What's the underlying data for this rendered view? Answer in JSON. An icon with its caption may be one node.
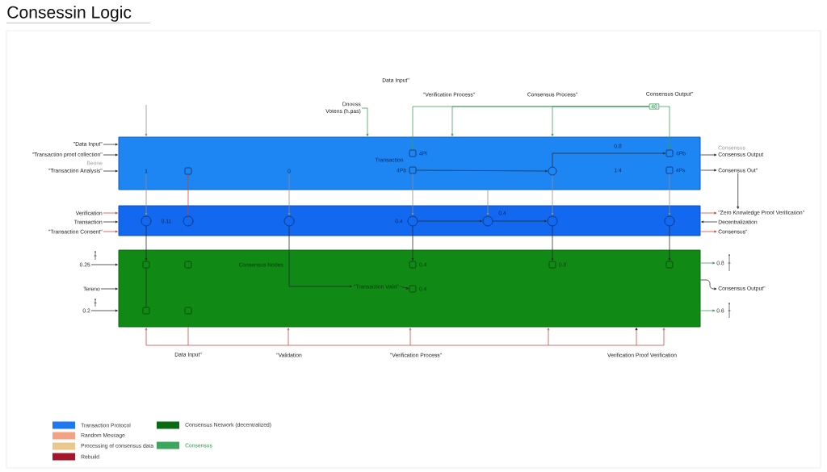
{
  "diagram": {
    "title": "Consessin Logic",
    "nodes": [
      {
        "text": [],
        "shape": "box"
      },
      {
        "text": [],
        "shape": "box"
      },
      {
        "text": [],
        "shape": "box"
      },
      {
        "text": [
          "1"
        ],
        "in": 0
      },
      {
        "text": [],
        "shape": "box",
        "in": 0
      },
      {
        "text": [
          "0"
        ],
        "in": 0
      },
      {
        "text": [
          "Transaction"
        ],
        "in": 0
      },
      {
        "text": [],
        "shape": "box",
        "in": 0,
        "beside": [
          "4Pl"
        ]
      },
      {
        "text": [],
        "shape": "box",
        "in": 0,
        "beside": [
          "4Pb"
        ]
      },
      {
        "text": [],
        "shape": "circle",
        "in": 0
      },
      {
        "text": [],
        "shape": "box",
        "in": 0,
        "beside": [
          "4Pb"
        ]
      },
      {
        "text": [],
        "shape": "box",
        "in": 0,
        "beside": [
          "4Ps"
        ]
      },
      {
        "text": [],
        "shape": "circle",
        "in": 1
      },
      {
        "text": [],
        "shape": "circle",
        "in": 1
      },
      {
        "text": [],
        "shape": "circle",
        "in": 1
      },
      {
        "text": [],
        "shape": "circle",
        "in": 1
      },
      {
        "text": [],
        "shape": "circle",
        "in": 1
      },
      {
        "text": [],
        "shape": "circle",
        "in": 1
      },
      {
        "text": [],
        "shape": "circle",
        "in": 1
      },
      {
        "text": [],
        "shape": "box",
        "in": 2
      },
      {
        "text": [],
        "shape": "box",
        "in": 2
      },
      {
        "text": [
          "Consensus Nodes"
        ],
        "in": 2
      },
      {
        "text": [],
        "shape": "box",
        "in": 2,
        "beside": [
          "0.4"
        ]
      },
      {
        "text": [],
        "shape": "box",
        "in": 2,
        "beside": [
          "0.8"
        ]
      },
      {
        "text": [],
        "shape": "box",
        "in": 2
      },
      {
        "text": [
          "\"Transaction Valid\""
        ],
        "in": 2
      },
      {
        "text": [],
        "shape": "box",
        "in": 2,
        "beside": [
          "0.4"
        ]
      },
      {
        "text": [],
        "shape": "box",
        "in": 2
      },
      {
        "text": [],
        "shape": "box",
        "in": 2
      },
      {
        "text": [
          "\"Data Input\""
        ]
      },
      {
        "text": [
          "\"Transaction proof collection\""
        ]
      },
      {
        "text": [
          "\"Transaction Analysis\""
        ]
      },
      {
        "text": [
          "Verification"
        ]
      },
      {
        "text": [
          "Transaction"
        ]
      },
      {
        "text": [
          "\"Transaction Consent\""
        ]
      },
      {
        "text": [
          "0.25"
        ]
      },
      {
        "text": [
          "Tereno"
        ]
      },
      {
        "text": [
          "0.2"
        ]
      },
      {
        "text": [
          "Consensus Output"
        ]
      },
      {
        "text": [
          "Consensus Out\""
        ]
      },
      {
        "text": [
          "\"Zero Knowledge Proof Verification\""
        ]
      },
      {
        "text": [
          "Decentralization"
        ]
      },
      {
        "text": [
          "Consensus\""
        ]
      },
      {
        "text": [
          "0.8"
        ]
      },
      {
        "text": [
          "Consensus Output\""
        ]
      },
      {
        "text": [
          "0.6"
        ]
      },
      {
        "text": [
          "Dnoess",
          "Votens (h.pas)"
        ]
      },
      {
        "text": [
          "48"
        ]
      }
    ],
    "edges": [
      {
        "from": null,
        "to": 0,
        "arrow": "to",
        "color": "#8c8c8c"
      },
      {
        "from": 46,
        "to": 0,
        "arrow": "to",
        "color": "#3d9a5c"
      },
      {
        "from": 47,
        "to": 7,
        "arrow": "to",
        "color": "#3d9a5c"
      },
      {
        "from": 47,
        "to": 0,
        "arrow": "to",
        "color": "#3d9a5c"
      },
      {
        "from": 47,
        "to": 0,
        "arrow": "to",
        "color": "#3d9a5c"
      },
      {
        "from": 47,
        "to": 10,
        "arrow": "to",
        "color": "#3d9a5c"
      },
      {
        "from": 29,
        "to": 0,
        "arrow": "to"
      },
      {
        "from": 30,
        "to": 0,
        "arrow": "to"
      },
      {
        "from": 31,
        "to": 0,
        "arrow": "to"
      },
      {
        "from": 0,
        "to": 38,
        "arrow": "to"
      },
      {
        "from": 0,
        "to": 39,
        "arrow": "to"
      },
      {
        "from": 39,
        "to": 40,
        "arrow": "to"
      },
      {
        "from": 32,
        "to": 1,
        "arrow": "to",
        "color": "#c9453d"
      },
      {
        "from": 33,
        "to": 1,
        "arrow": "to"
      },
      {
        "from": 34,
        "to": 1,
        "arrow": "to",
        "color": "#c9453d"
      },
      {
        "from": 1,
        "to": 40,
        "arrow": "to",
        "color": "#c9453d"
      },
      {
        "from": 41,
        "to": 1,
        "arrow": "to"
      },
      {
        "from": 1,
        "to": 42,
        "arrow": "to",
        "color": "#c9453d"
      },
      {
        "from": 35,
        "to": 2,
        "arrow": "to"
      },
      {
        "from": 36,
        "to": 2,
        "arrow": "to"
      },
      {
        "from": 37,
        "to": 2,
        "arrow": "to"
      },
      {
        "from": 2,
        "to": 43,
        "arrow": "to",
        "color": "#3d9a5c"
      },
      {
        "from": 2,
        "to": 44,
        "arrow": "to"
      },
      {
        "from": 2,
        "to": 45,
        "arrow": "to",
        "color": "#3d9a5c"
      },
      {
        "from": 3,
        "to": 12,
        "arrow": "to",
        "color": "#8c8c8c"
      },
      {
        "from": 5,
        "to": 14,
        "arrow": "to",
        "color": "#8c8c8c"
      },
      {
        "from": 8,
        "to": 15,
        "arrow": "to",
        "color": "#8c8c8c"
      },
      {
        "from": 0,
        "to": 16,
        "arrow": "to",
        "color": "#8c8c8c"
      },
      {
        "from": 9,
        "to": 17,
        "arrow": "to",
        "color": "#8c8c8c"
      },
      {
        "from": 11,
        "to": 18,
        "arrow": "to",
        "color": "#8c8c8c"
      },
      {
        "from": 12,
        "to": 19,
        "arrow": "to"
      },
      {
        "from": 15,
        "to": 22,
        "arrow": "to"
      },
      {
        "from": 17,
        "to": 23,
        "arrow": "to"
      },
      {
        "from": 18,
        "to": 24,
        "arrow": "to"
      },
      {
        "from": 13,
        "to": 4,
        "arrow": "to",
        "color": "#c9453d"
      },
      {
        "from": 15,
        "to": 16,
        "arrow": "to"
      },
      {
        "from": 16,
        "to": 17,
        "arrow": "to"
      },
      {
        "from": 14,
        "to": 25,
        "arrow": "to"
      },
      {
        "from": 25,
        "to": 26,
        "arrow": "to"
      },
      {
        "from": 8,
        "to": 9,
        "arrow": "to"
      },
      {
        "from": 9,
        "to": 10,
        "arrow": "to"
      },
      {
        "from": 19,
        "to": 27,
        "arrow": "none"
      },
      {
        "from": null,
        "to": 2,
        "arrow": "to",
        "color": "#c9453d"
      },
      {
        "from": null,
        "to": 2,
        "arrow": "none",
        "color": "#c9453d"
      },
      {
        "from": null,
        "to": 2,
        "arrow": "to",
        "color": "#c9453d"
      },
      {
        "from": null,
        "to": 2,
        "arrow": "to",
        "color": "#c9453d"
      },
      {
        "from": null,
        "to": 2,
        "arrow": "to",
        "color": "#c9453d"
      },
      {
        "from": null,
        "to": 2,
        "arrow": "to",
        "color": "#c9453d"
      },
      {
        "from": null,
        "to": 2,
        "arrow": "to",
        "color": "#c9453d"
      }
    ],
    "labels": [
      "Data Input\"",
      "\"Verification Process\"",
      "Consensus Process\"",
      "Consensus Output\"",
      "0.8",
      "Consensus",
      "Beone",
      "1:4",
      "0.11",
      "0.4",
      "0.4",
      "Data Input\"",
      "\"Validation",
      "\"Verification Process\"",
      "Verification Proof Verification"
    ],
    "legend": [
      {
        "text": "Transaction Protocol",
        "color": "#1e78f0"
      },
      {
        "text": "Random Message",
        "color": "#f4a284"
      },
      {
        "text": "Processing of consensus data",
        "color": "#e8c88c"
      },
      {
        "text": "Rebuild",
        "color": "#a3182a"
      },
      {
        "text": "Consensus Network (decentralized)",
        "color": "#0a6b12"
      },
      {
        "text": "Consensus",
        "color": "#3ba65c"
      }
    ]
  }
}
